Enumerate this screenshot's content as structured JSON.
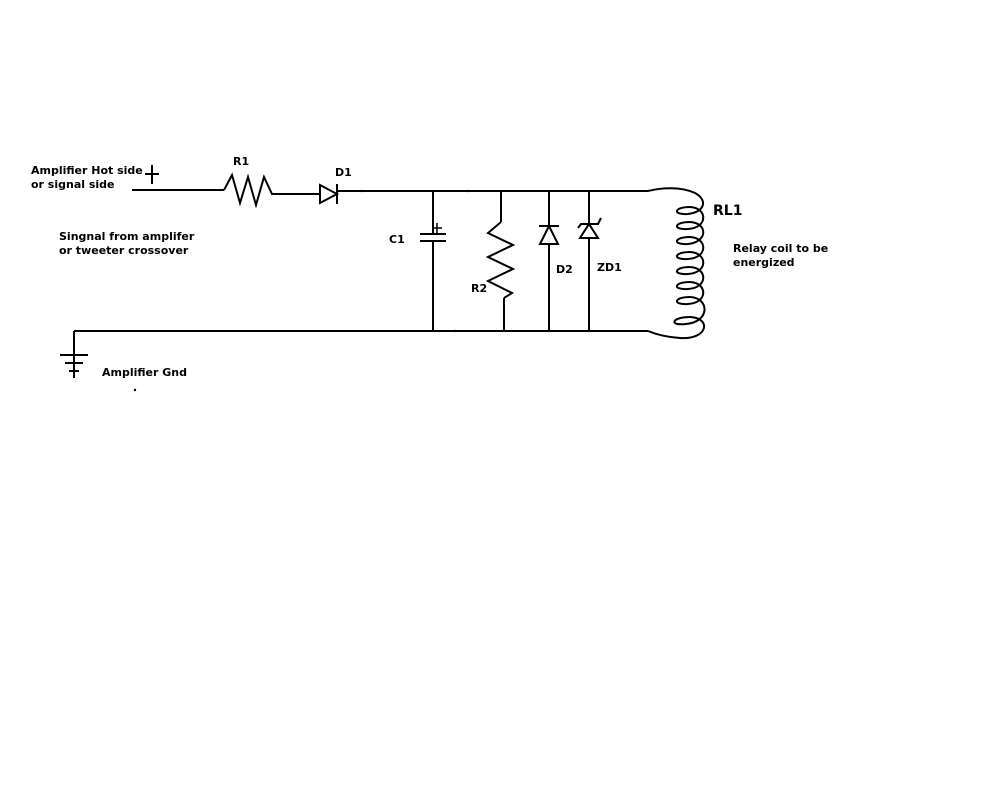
{
  "labels": {
    "input_hot_line1": "Amplifier Hot side",
    "input_hot_line2": "or signal side",
    "plus_sign": "+",
    "signal_note_line1": "Singnal from amplifer",
    "signal_note_line2": "or tweeter crossover",
    "ground": "Amplifier Gnd",
    "r1": "R1",
    "d1": "D1",
    "c1": "C1",
    "r2": "R2",
    "d2": "D2",
    "zd1": "ZD1",
    "rl1": "RL1",
    "relay_note_line1": "Relay coil to be",
    "relay_note_line2": "energized"
  }
}
